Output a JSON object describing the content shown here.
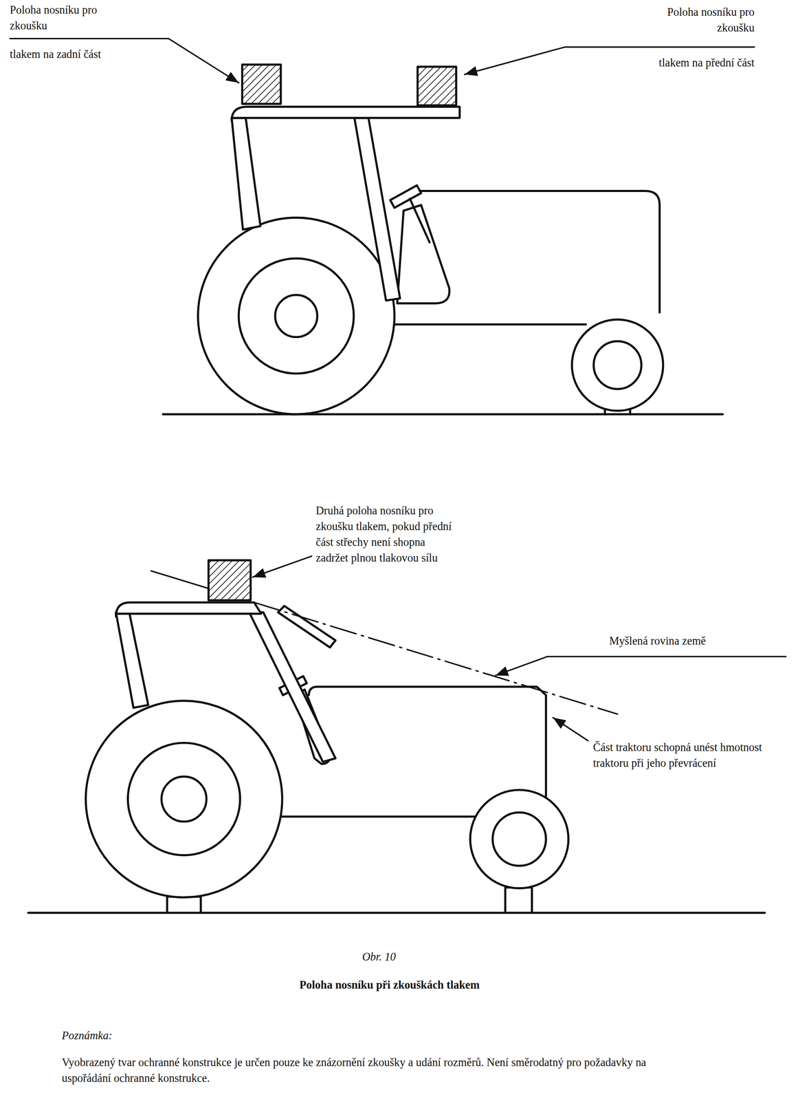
{
  "diagram": {
    "caption": "Poloha nosníku při zkouškách tlakem",
    "labels": [
      "Poloha nosníku pro zkoušku",
      "tlakem na zadní část",
      "Poloha nosníku pro zkoušku",
      "tlakem na přední část",
      "Druhá poloha nosníku pro zkoušku tlakem, pokud přední část střechy není shopna zadržet plnou tlakovou sílu",
      "Myšlená rovina země",
      "Část traktoru schopná unést hmotnost traktoru při jeho převrácení",
      "Obr. 10",
      "Poznámka:",
      "Vyobrazený tvar ochranné konstrukce je určen pouze ke znázornění zkoušky a udání rozměrů. Není směrodatný pro požadavky na uspořádání ochranné konstrukce."
    ]
  }
}
